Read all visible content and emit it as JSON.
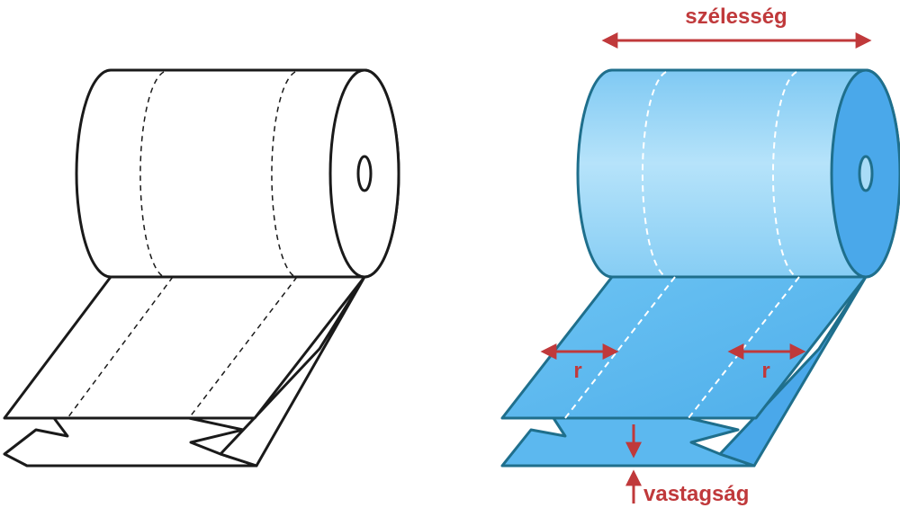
{
  "labels": {
    "width": "szélesség",
    "gusset_left": "r",
    "gusset_right": "r",
    "thickness": "vastagság"
  },
  "colors": {
    "outline": "#1a1a1a",
    "roll_fill": "#a9dcf7",
    "roll_end": "#4aa8ea",
    "stroke_blue": "#1f6f8c",
    "film_fill": "#62bdf2",
    "annotation": "#c0393b",
    "dash_white": "#ffffff"
  }
}
